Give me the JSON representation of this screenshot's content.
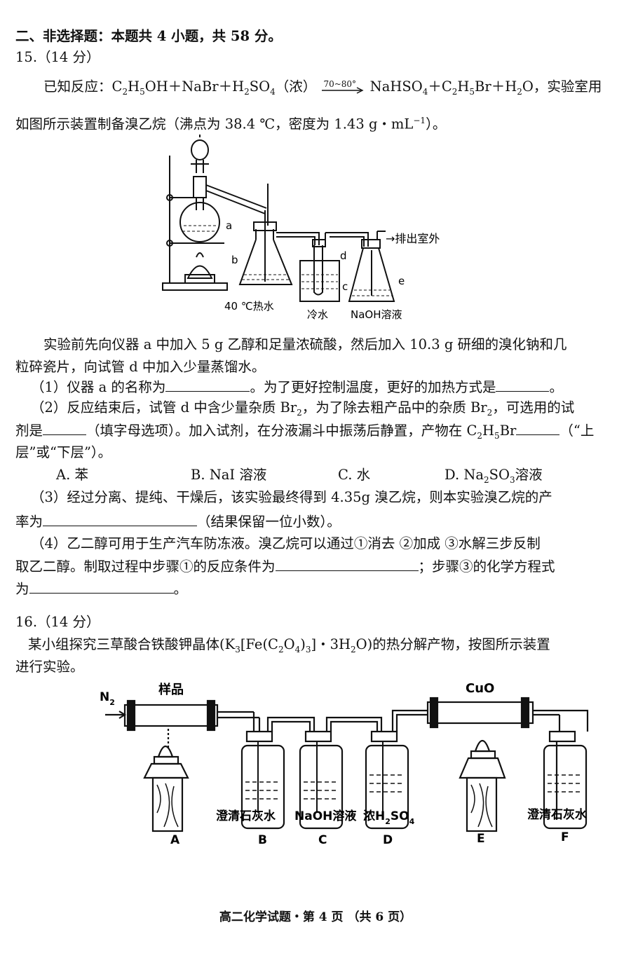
{
  "section": {
    "title": "二、非选择题：本题共 4 小题，共 58 分。"
  },
  "q15": {
    "header": "15.（14 分）",
    "intro_prefix": "已知反应：",
    "eq_lhs_1": "C",
    "eq_lhs_2": "H",
    "eq_lhs_3": "OH＋NaBr＋H",
    "eq_lhs_4": "SO",
    "eq_lhs_5": "（浓）",
    "eq_condition": "70~80°",
    "eq_rhs_1": "NaHSO",
    "eq_rhs_2": "＋C",
    "eq_rhs_3": "H",
    "eq_rhs_4": "Br＋H",
    "eq_rhs_5": "O，实验室用",
    "intro_line2_a": "如图所示装置制备溴乙烷（沸点为 38.4 ℃，密度为 1.43 g・mL",
    "intro_line2_sup": "−1",
    "intro_line2_b": "）。",
    "figure_labels": {
      "a": "a",
      "b": "b",
      "c": "c",
      "d": "d",
      "e": "e",
      "exhaust": "→排出室外",
      "hot_water": "40 ℃热水",
      "cold_water": "冷水",
      "naoh": "NaOH溶液"
    },
    "prep_line1": "实验前先向仪器 a 中加入 5 g 乙醇和足量浓硫酸，然后加入 10.3 g 研细的溴化钠和几",
    "prep_line2": "粒碎瓷片，向试管 d 中加入少量蒸馏水。",
    "sub1_a": "（1）仪器 a 的名称为",
    "sub1_b": "。为了更好控制温度，更好的加热方式是",
    "sub1_c": "。",
    "sub2_line1_a": "（2）反应结束后，试管 d 中含少量杂质 Br",
    "sub2_line1_b": "，为了除去粗产品中的杂质 Br",
    "sub2_line1_c": "，可选用的试",
    "sub2_line2_a": "剂是",
    "sub2_line2_b": "（填字母选项）。加入试剂，在分液漏斗中振荡后静置，产物在 C",
    "sub2_line2_c": "H",
    "sub2_line2_d": "Br",
    "sub2_line2_e": "（“上",
    "sub2_line3": "层”或“下层”）。",
    "options": {
      "A": "A. 苯",
      "B": "B. NaI 溶液",
      "C": "C. 水",
      "D_a": "D. Na",
      "D_b": "SO",
      "D_c": "溶液"
    },
    "sub3_line1": "（3）经过分离、提纯、干燥后，该实验最终得到 4.35g 溴乙烷，则本实验溴乙烷的产",
    "sub3_line2_a": "率为",
    "sub3_line2_b": "（结果保留一位小数）。",
    "sub4_line1": "（4）乙二醇可用于生产汽车防冻液。溴乙烷可以通过①消去 ②加成 ③水解三步反制",
    "sub4_line2_a": "取乙二醇。制取过程中步骤①的反应条件为",
    "sub4_line2_b": "；步骤③的化学方程式",
    "sub4_line3_a": "为",
    "sub4_line3_b": "。"
  },
  "q16": {
    "header": "16.（14 分）",
    "intro_line1_a": "某小组探究三草酸合铁酸钾晶体(K",
    "intro_line1_b": "[Fe(C",
    "intro_line1_c": "O",
    "intro_line1_d": ")",
    "intro_line1_e": "]・3H",
    "intro_line1_f": "O)的热分解产物，按图所示装置",
    "intro_line2": "进行实验。",
    "figure_labels": {
      "n2": "N",
      "n2_sub": "2",
      "sample": "样品",
      "cuo": "CuO",
      "b_liquid": "澄清石灰水",
      "c_liquid": "NaOH溶液",
      "d_liquid_a": "浓H",
      "d_liquid_b": "SO",
      "f_liquid": "澄清石灰水",
      "A": "A",
      "B": "B",
      "C": "C",
      "D": "D",
      "E": "E",
      "F": "F"
    }
  },
  "footer": "高二化学试题・第 4 页 （共 6 页）"
}
